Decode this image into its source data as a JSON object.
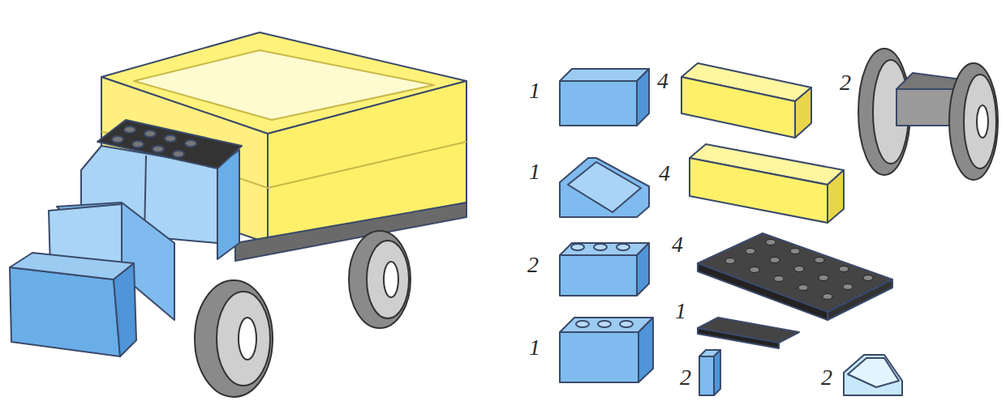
{
  "diagram": {
    "labels": [
      "1",
      "4",
      "2",
      "1",
      "4",
      "2",
      "4",
      "1",
      "1",
      "2",
      "2"
    ]
  }
}
